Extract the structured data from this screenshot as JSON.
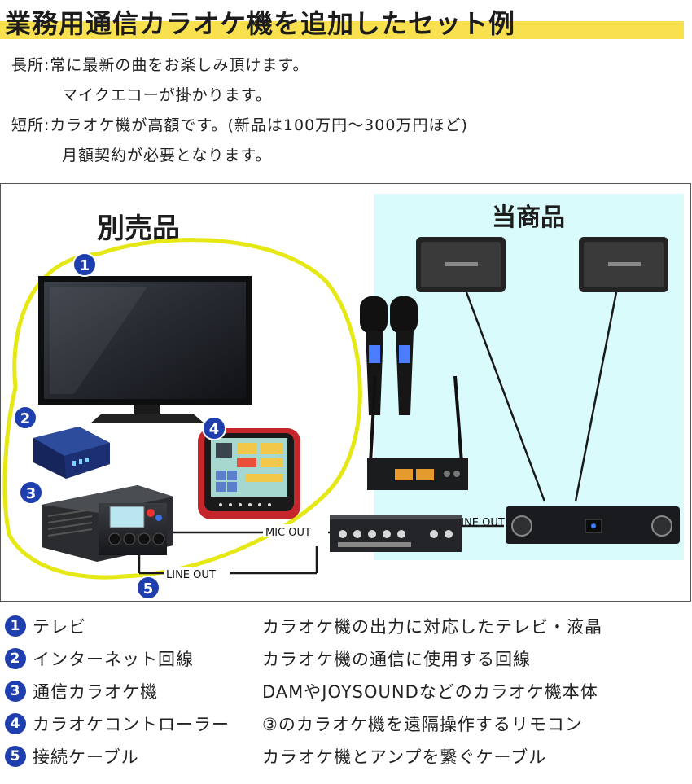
{
  "title": "業務用通信カラオケ機を追加したセット例",
  "notes": {
    "pros_label": "長所:",
    "pros_line1": "常に最新の曲をお楽しみ頂けます。",
    "pros_line2": "マイクエコーが掛かります。",
    "cons_label": "短所:",
    "cons_line1": "カラオケ機が高額です。(新品は100万円〜300万円ほど)",
    "cons_line2": "月額契約が必要となります。"
  },
  "diagram": {
    "left_label": "別売品",
    "right_label": "当商品",
    "mic_out": "MIC OUT",
    "line_out_bottom": "LINE OUT",
    "line_out_right": "LINE OUT",
    "markers": [
      "1",
      "2",
      "3",
      "4",
      "5"
    ],
    "colors": {
      "highlight": "#e5e814",
      "panel": "#d9fbfb",
      "marker": "#1f3fae"
    }
  },
  "legend": [
    {
      "num": "1",
      "name": "テレビ",
      "desc": "カラオケ機の出力に対応したテレビ・液晶"
    },
    {
      "num": "2",
      "name": "インターネット回線",
      "desc": "カラオケ機の通信に使用する回線"
    },
    {
      "num": "3",
      "name": "通信カラオケ機",
      "desc": "DAMやJOYSOUNDなどのカラオケ機本体"
    },
    {
      "num": "4",
      "name": "カラオケコントローラー",
      "desc": "③のカラオケ機を遠隔操作するリモコン"
    },
    {
      "num": "5",
      "name": "接続ケーブル",
      "desc": "カラオケ機とアンプを繋ぐケーブル"
    }
  ]
}
